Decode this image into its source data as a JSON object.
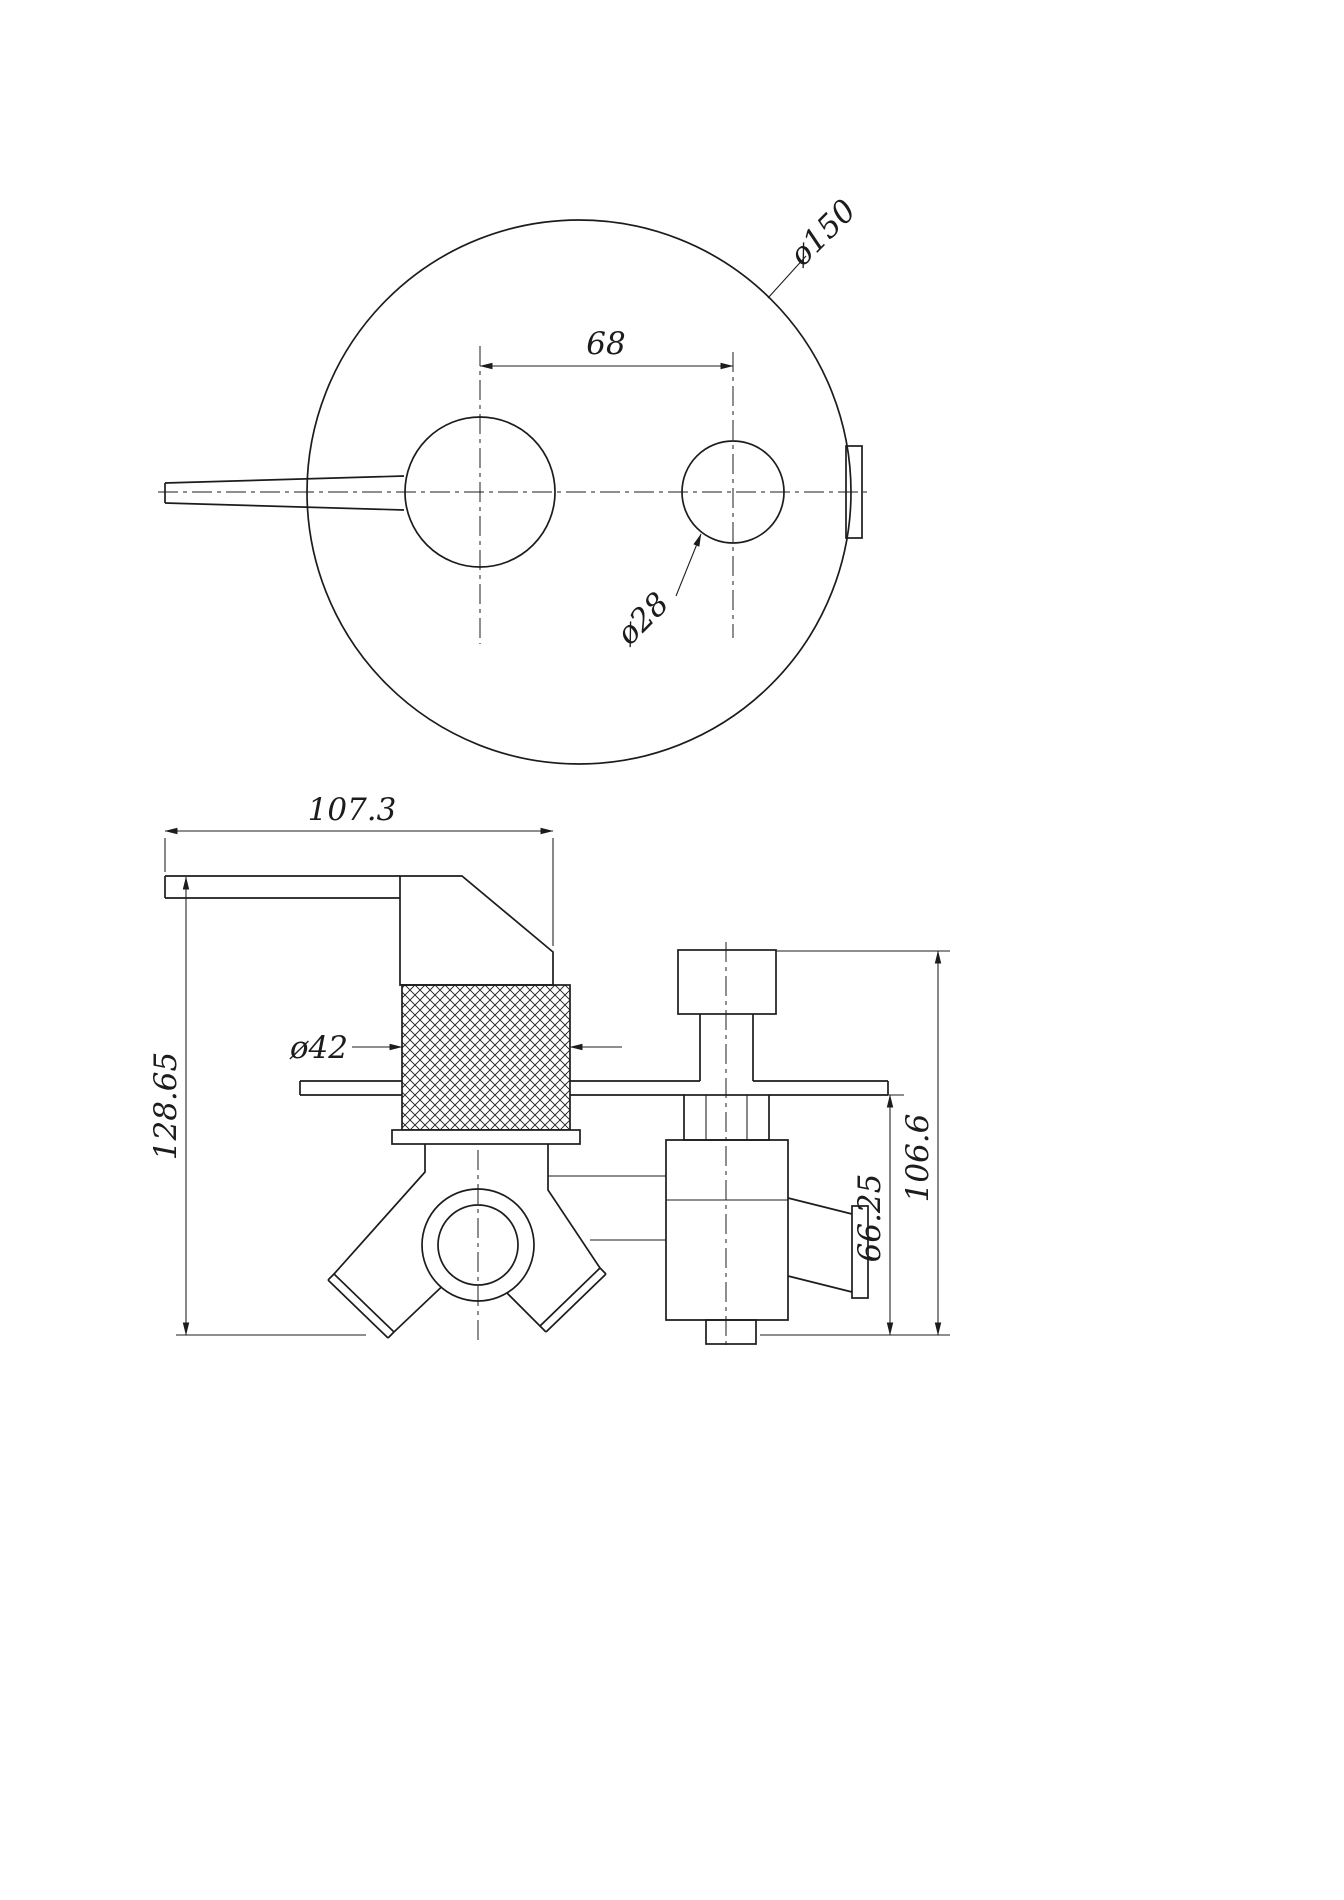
{
  "drawing": {
    "kind": "technical-orthographic-drawing",
    "line_color": "#1c1c1c",
    "background_color": "#ffffff",
    "top_view": {
      "plate_diameter": "ø150",
      "hole_spacing": "68",
      "diverter_hole_diameter": "ø28"
    },
    "side_view": {
      "overall_width": "107.3",
      "overall_height": "128.65",
      "collar_diameter": "ø42",
      "body_depth": "66.25",
      "diverter_height": "106.6"
    }
  }
}
